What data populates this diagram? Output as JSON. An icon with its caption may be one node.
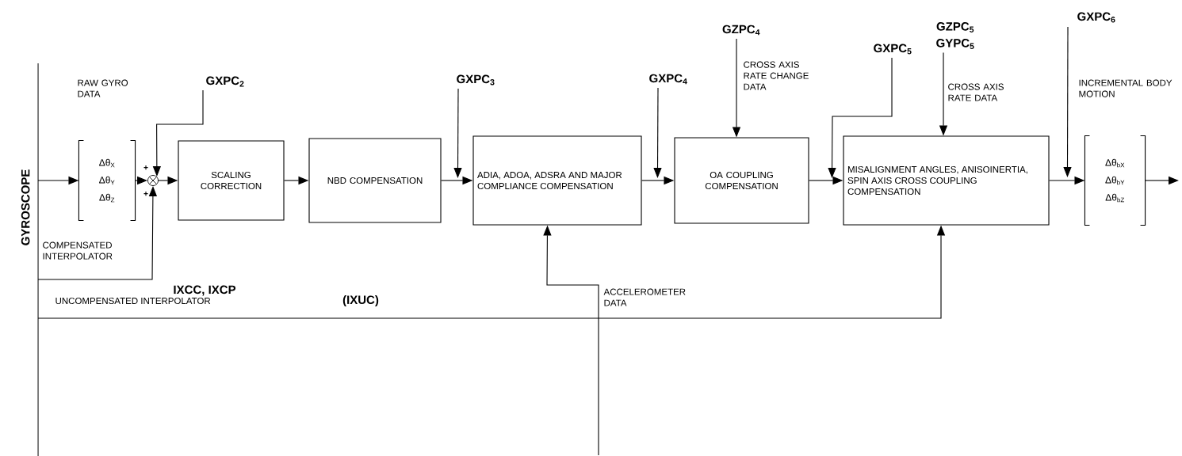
{
  "diagram": {
    "nodes": [
      {
        "text": [
          "GYROSCOPE"
        ]
      },
      {
        "text": [
          "Δθ$_{X}$",
          "Δθ$_{Y}$",
          "Δθ$_{Z}$"
        ]
      },
      {
        "text": [],
        "shape": "circle"
      },
      {
        "text": [
          "SCALING CORRECTION"
        ]
      },
      {
        "text": [
          "NBD COMPENSATION"
        ]
      },
      {
        "text": [
          "ADIA, ADOA, ADSRA AND MAJOR COMPLIANCE COMPENSATION"
        ]
      },
      {
        "text": [
          "OA COUPLING COMPENSATION"
        ]
      },
      {
        "text": [
          "MISALIGNMENT ANGLES, ANISOINERTIA, SPIN AXIS CROSS COUPLING COMPENSATION"
        ]
      },
      {
        "text": [
          "Δθ$_{bX}$",
          "Δθ$_{bY}$",
          "Δθ$_{bZ}$"
        ]
      },
      {
        "text": [
          "GXPC$_{2}$"
        ]
      },
      {
        "text": [
          "GXPC$_{3}$"
        ]
      },
      {
        "text": [
          "GXPC$_{4}$"
        ]
      },
      {
        "text": [
          "GZPC$_{4}$"
        ]
      },
      {
        "text": [
          "GXPC$_{5}$"
        ]
      },
      {
        "text": [
          "GZPC$_{5}$",
          "GYPC$_{5}$"
        ]
      },
      {
        "text": [
          "GXPC$_{6}$"
        ]
      }
    ],
    "edges": [
      {
        "from": 0,
        "to": 1,
        "arrow": "to"
      },
      {
        "from": 1,
        "to": 2,
        "arrow": "to"
      },
      {
        "from": 2,
        "to": 3,
        "arrow": "to"
      },
      {
        "from": 3,
        "to": 4,
        "arrow": "to"
      },
      {
        "from": 4,
        "to": 5,
        "arrow": "to"
      },
      {
        "from": 5,
        "to": 6,
        "arrow": "to"
      },
      {
        "from": 6,
        "to": 7,
        "arrow": "to"
      },
      {
        "from": 7,
        "to": 8,
        "arrow": "to"
      },
      {
        "from": 8,
        "to": null,
        "arrow": "to"
      },
      {
        "from": 0,
        "to": 2,
        "arrow": "to",
        "label": "COMPENSATED INTERPOLATOR"
      },
      {
        "from": 0,
        "to": 7,
        "arrow": "to",
        "label": "UNCOMPENSATED INTERPOLATOR"
      },
      {
        "from": null,
        "to": 5,
        "arrow": "to",
        "label": "ACCELEROMETER DATA"
      },
      {
        "from": 9,
        "to": 2,
        "arrow": "to"
      },
      {
        "from": 10,
        "to": 5,
        "arrow": "to"
      },
      {
        "from": 11,
        "to": 6,
        "arrow": "to"
      },
      {
        "from": 12,
        "to": 6,
        "arrow": "to",
        "label": "CROSS AXIS RATE CHANGE DATA"
      },
      {
        "from": 13,
        "to": 7,
        "arrow": "to"
      },
      {
        "from": 14,
        "to": 7,
        "arrow": "to",
        "label": "CROSS AXIS RATE DATA"
      },
      {
        "from": 15,
        "to": 8,
        "arrow": "to"
      }
    ],
    "labels": [
      "RAW GYRO DATA",
      "+",
      "+",
      "IXCC, IXCP",
      "(IXUC)",
      "INCREMENTAL BODY MOTION"
    ]
  }
}
